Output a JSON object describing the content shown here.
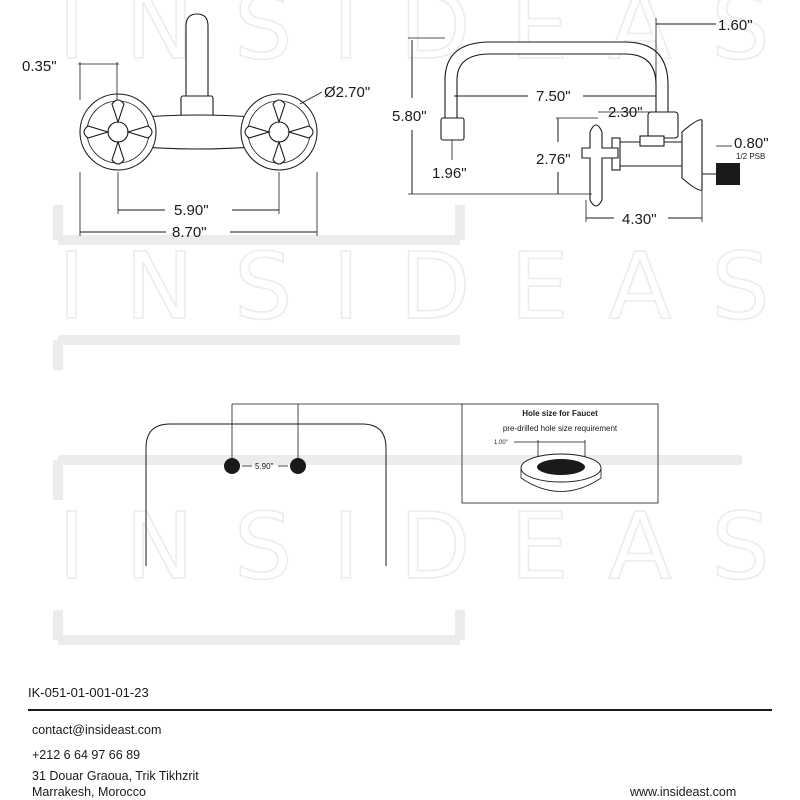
{
  "watermark": {
    "text": "INSIDEAST"
  },
  "front_view": {
    "dim_spout_width": "0.35\"",
    "dim_handle_diameter": "Ø2.70\"",
    "dim_center_spacing": "5.90\"",
    "dim_overall_width": "8.70\""
  },
  "side_view": {
    "dim_spout_height_offset": "1.60\"",
    "dim_total_height": "5.80\"",
    "dim_spout_reach": "7.50\"",
    "dim_inlet_spacing": "2.30\"",
    "dim_handle_height": "2.76\"",
    "dim_outlet_length": "1.96\"",
    "dim_depth": "4.30\"",
    "dim_inlet_size": "0.80\"",
    "inlet_thread": "1/2 PSB"
  },
  "mounting": {
    "hole_spacing": "5.90\""
  },
  "hole_panel": {
    "title": "Hole size for Faucet",
    "subtitle": "pre-drilled hole size requirement",
    "hole_diameter": "1.00\""
  },
  "footer": {
    "sku": "IK-051-01-001-01-23",
    "email": "contact@insideast.com",
    "phone": "+212 6 64 97 66 89",
    "address_line1": "31 Douar Graoua, Trik Tikhzrit",
    "address_line2": "Marrakesh, Morocco",
    "website": "www.insideast.com"
  },
  "colors": {
    "ink": "#1a1a1a",
    "watermark": "#ececec",
    "background": "#ffffff"
  }
}
